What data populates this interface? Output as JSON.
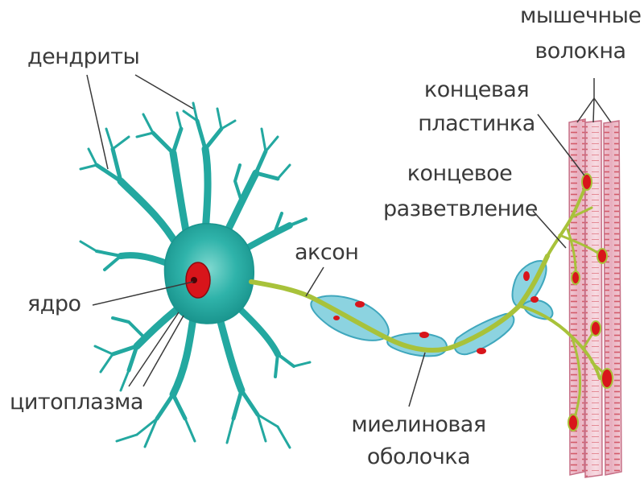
{
  "labels": {
    "dendrites": "дендриты",
    "nucleus": "ядро",
    "cytoplasm": "цитоплазма",
    "axon": "аксон",
    "myelin_line1": "миелиновая",
    "myelin_line2": "оболочка",
    "muscle_line1": "мышечные",
    "muscle_line2": "волокна",
    "endplate_line1": "концевая",
    "endplate_line2": "пластинка",
    "branching_line1": "концевое",
    "branching_line2": "разветвление"
  },
  "colors": {
    "cell_body": "#23a8a0",
    "cell_body_light": "#6fd1c8",
    "nucleus": "#d8151b",
    "axon": "#a8c23a",
    "myelin": "#8cd3e0",
    "myelin_dark": "#3fa7bd",
    "muscle_fill": "#f3cfd8",
    "muscle_stroke": "#c66f86",
    "muscle_stripe": "#d85a66",
    "label_text": "#3a3a3a",
    "pointer_line": "#3a3a3a"
  }
}
